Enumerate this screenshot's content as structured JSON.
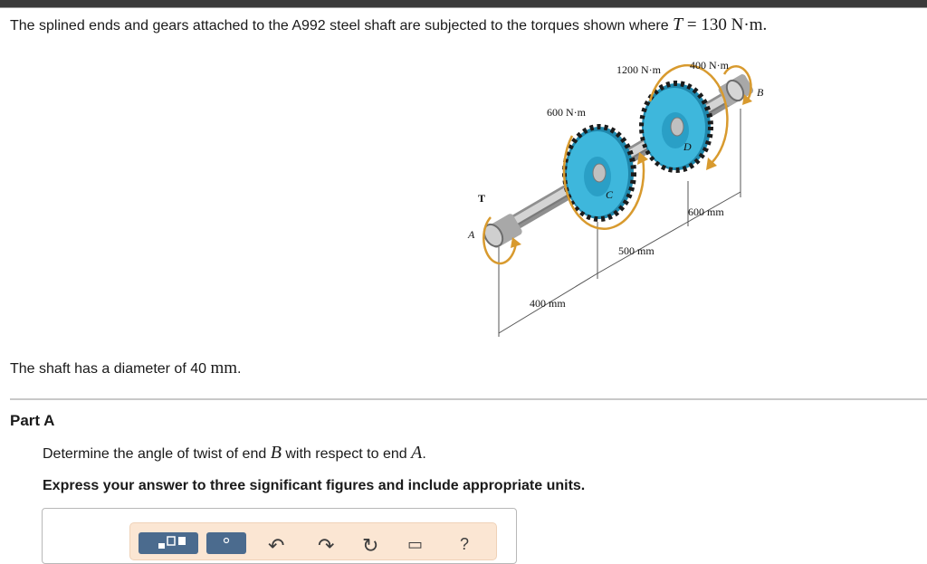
{
  "problem": {
    "text_before": "The splined ends and gears attached to the A992 steel shaft are subjected to the torques shown where ",
    "var_T": "T",
    "equals": " = ",
    "value": "130 N·m",
    "period": "."
  },
  "figure": {
    "torque_1200": "1200 N·m",
    "torque_400": "400 N·m",
    "torque_600": "600 N·m",
    "torque_T": "T",
    "label_A": "A",
    "label_B": "B",
    "label_C": "C",
    "label_D": "D",
    "dim_600": "600 mm",
    "dim_500": "500 mm",
    "dim_400": "400 mm",
    "colors": {
      "gear": "#3eb7dc",
      "gear_dark": "#1f88ad",
      "torque_arrow": "#d89a2e",
      "shaft": "#b8b8b8"
    }
  },
  "given": {
    "text": "The shaft has a diameter of 40 ",
    "unit": "mm",
    "period": "."
  },
  "partA": {
    "title": "Part A",
    "instr_1": "Determine the angle of twist of end ",
    "var_B": "B",
    "instr_2": " with respect to end ",
    "var_A": "A",
    "instr_3": ".",
    "hint": "Express your answer to three significant figures and include appropriate units."
  },
  "toolbar": {
    "icons": [
      "templates-icon",
      "units-icon",
      "undo-icon",
      "redo-icon",
      "reset-icon",
      "keyboard-icon",
      "help-icon"
    ]
  }
}
